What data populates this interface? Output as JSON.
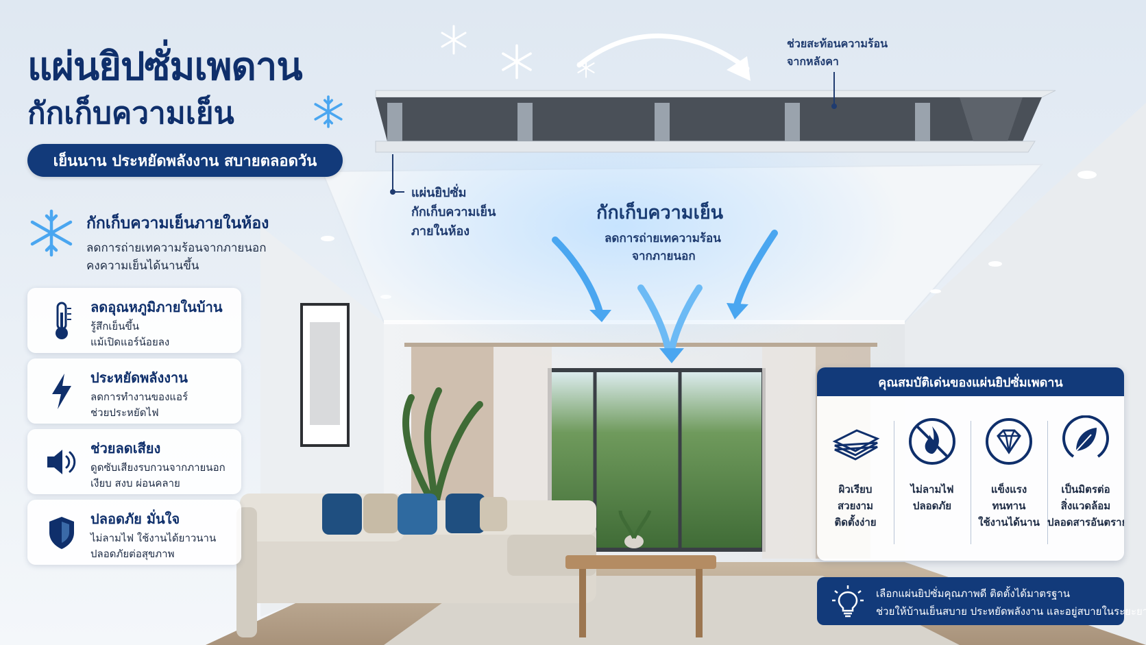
{
  "title": {
    "line1": "แผ่นยิปซั่มเพดาน",
    "line2": "กักเก็บความเย็น",
    "tagline": "เย็นนาน ประหยัดพลังงาน สบายตลอดวัน"
  },
  "main_feature": {
    "title": "กักเก็บความเย็นภายในห้อง",
    "line1": "ลดการถ่ายเทความร้อนจากภายนอก",
    "line2": "คงความเย็นได้นานขึ้น"
  },
  "cards": [
    {
      "title": "ลดอุณหภูมิภายในบ้าน",
      "line1": "รู้สึกเย็นขึ้น",
      "line2": "แม้เปิดแอร์น้อยลง",
      "icon": "thermometer-icon"
    },
    {
      "title": "ประหยัดพลังงาน",
      "line1": "ลดการทำงานของแอร์",
      "line2": "ช่วยประหยัดไฟ",
      "icon": "lightning-icon"
    },
    {
      "title": "ช่วยลดเสียง",
      "line1": "ดูดซับเสียงรบกวนจากภายนอก",
      "line2": "เงียบ สงบ ผ่อนคลาย",
      "icon": "speaker-icon"
    },
    {
      "title": "ปลอดภัย มั่นใจ",
      "line1": "ไม่ลามไฟ ใช้งานได้ยาวนาน",
      "line2": "ปลอดภัยต่อสุขภาพ",
      "icon": "shield-icon"
    }
  ],
  "annotations": {
    "roof_line1": "ช่วยสะท้อนความร้อน",
    "roof_line2": "จากหลังคา",
    "board_line1": "แผ่นยิปซั่ม",
    "board_line2": "กักเก็บความเย็น",
    "board_line3": "ภายในห้อง",
    "center_title": "กักเก็บความเย็น",
    "center_line1": "ลดการถ่ายเทความร้อน",
    "center_line2": "จากภายนอก"
  },
  "properties": {
    "header": "คุณสมบัติเด่นของแผ่นยิปซั่มเพดาน",
    "items": [
      {
        "lines": [
          "ผิวเรียบ",
          "สวยงาม",
          "ติดตั้งง่าย"
        ],
        "icon": "board-layers-icon"
      },
      {
        "lines": [
          "ไม่ลามไฟ",
          "ปลอดภัย"
        ],
        "icon": "no-fire-icon"
      },
      {
        "lines": [
          "แข็งแรง",
          "ทนทาน",
          "ใช้งานได้นาน"
        ],
        "icon": "diamond-icon"
      },
      {
        "lines": [
          "เป็นมิตรต่อ",
          "สิ่งแวดล้อม",
          "ปลอดสารอันตราย"
        ],
        "icon": "leaf-icon"
      }
    ]
  },
  "tip": {
    "line1": "เลือกแผ่นยิปซั่มคุณภาพดี ติดตั้งได้มาตรฐาน",
    "line2": "ช่วยให้บ้านเย็นสบาย ประหยัดพลังงาน และอยู่สบายในระยะยาว",
    "icon": "lightbulb-icon"
  },
  "colors": {
    "navy": "#123a7a",
    "title_navy": "#0f2f6b",
    "ice_blue": "#4aa6f0"
  }
}
